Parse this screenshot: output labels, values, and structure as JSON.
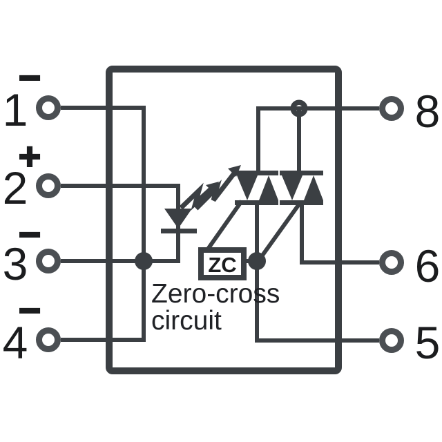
{
  "schematic": {
    "zc_label": "ZC",
    "caption": {
      "line1": "Zero-cross",
      "line2": "circuit"
    },
    "left_pins": [
      {
        "number": "1",
        "polarity": "−"
      },
      {
        "number": "2",
        "polarity": "+"
      },
      {
        "number": "3",
        "polarity": "−"
      },
      {
        "number": "4",
        "polarity": "−"
      }
    ],
    "right_pins": [
      {
        "number": "8"
      },
      {
        "number": "6"
      },
      {
        "number": "5"
      }
    ],
    "colors": {
      "line": "#3b3f43",
      "ring": "#4b4f53",
      "text": "#1b1c1e",
      "caption": "#202226",
      "background": "#ffffff"
    }
  }
}
